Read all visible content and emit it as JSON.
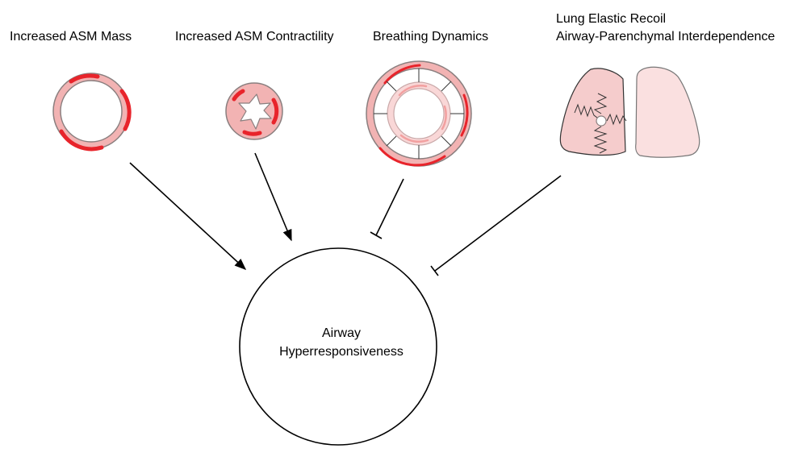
{
  "labels": {
    "asm_mass": "Increased ASM Mass",
    "asm_contractility": "Increased ASM Contractility",
    "breathing_dynamics": "Breathing Dynamics",
    "lung_recoil_line1": "Lung Elastic Recoil",
    "lung_recoil_line2": "Airway-Parenchymal Interdependence"
  },
  "outcome": {
    "line1": "Airway",
    "line2": "Hyperresponsiveness"
  },
  "relations": [
    {
      "from": "asm_mass",
      "effect": "promotes"
    },
    {
      "from": "asm_contractility",
      "effect": "promotes"
    },
    {
      "from": "breathing_dynamics",
      "effect": "inhibits"
    },
    {
      "from": "lung_recoil",
      "effect": "inhibits"
    }
  ],
  "colors": {
    "airway_wall": "#f2b3b3",
    "airway_wall_light": "#f9d7d7",
    "smooth_muscle": "#e8242b",
    "outline": "#8a7f7f",
    "lung_left": "#f5cccc",
    "lung_right": "#fae0e0",
    "arrow": "#000000"
  }
}
